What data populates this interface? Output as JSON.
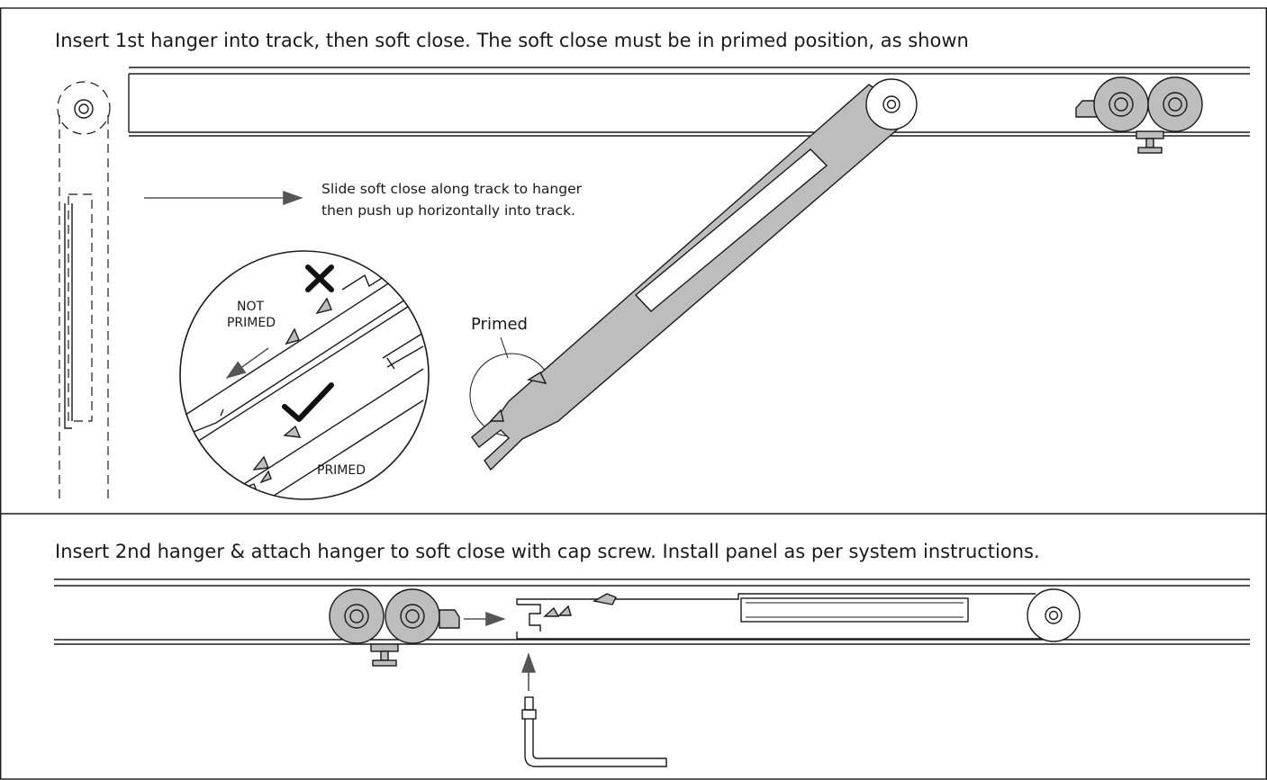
{
  "step1": {
    "instruction": "Insert 1st hanger into track, then soft close. The soft close must be in primed position, as shown",
    "slide_note_line1": "Slide soft close along track to hanger",
    "slide_note_line2": "then push up horizontally into track.",
    "not_primed_line1": "NOT",
    "not_primed_line2": "PRIMED",
    "primed_inset_label": "PRIMED",
    "primed_callout": "Primed"
  },
  "step2": {
    "instruction": "Insert 2nd hanger & attach hanger to soft close with cap screw. Install panel as per system instructions."
  },
  "icons": {
    "wrong": "cross-mark-icon",
    "right": "check-mark-icon"
  },
  "colors": {
    "line": "#1a1a1a",
    "part_fill": "#bdbdbd",
    "background": "#ffffff"
  }
}
